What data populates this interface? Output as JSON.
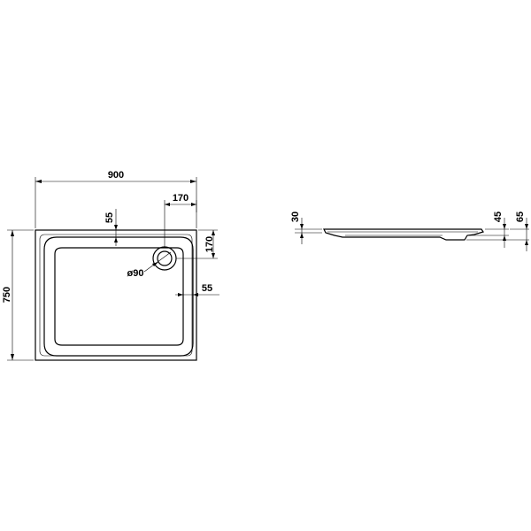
{
  "plan_view": {
    "width_label": "900",
    "height_label": "750",
    "rim_top_label": "55",
    "rim_right_label": "55",
    "drain_offset_x_label": "170",
    "drain_offset_y_label": "170",
    "drain_diameter_label": "ø90"
  },
  "side_view": {
    "rim_thickness_label": "30",
    "height_a_label": "45",
    "height_b_label": "65"
  }
}
